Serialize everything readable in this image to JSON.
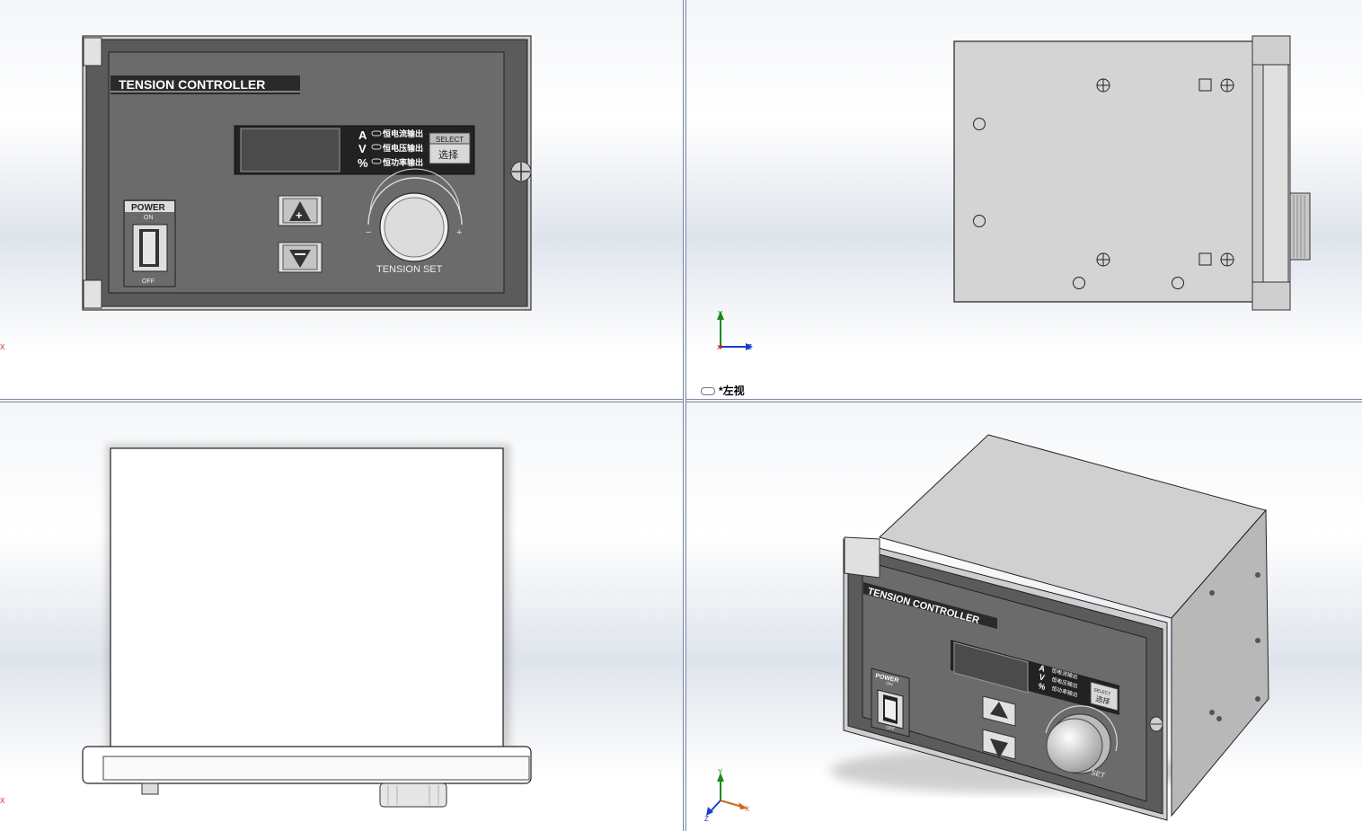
{
  "front_view": {
    "header": "TENSION CONTROLLER",
    "units": [
      "A",
      "V",
      "%"
    ],
    "modes": [
      "恒电流输出",
      "恒电压输出",
      "恒功率输出"
    ],
    "select_label": "SELECT",
    "select_cn": "选择",
    "power_label": "POWER",
    "power_on": "ON",
    "power_off": "OFF",
    "up_symbol": "+",
    "minus_mark": "−",
    "plus_mark": "+",
    "knob_label": "TENSION SET",
    "axis_marker": "X"
  },
  "left_view": {
    "label": "*左视",
    "axis_y": "Y",
    "axis_z": "Z",
    "axis_x": "X"
  },
  "top_view": {
    "axis_marker": "X"
  },
  "iso_view": {
    "header": "TENSION CONTROLLER",
    "units": [
      "A",
      "V",
      "%"
    ],
    "modes": [
      "恒电流输出",
      "恒电压输出",
      "恒功率输出"
    ],
    "select_label": "SELECT",
    "select_cn": "选择",
    "power_label": "POWER",
    "power_on": "ON",
    "power_off": "OFF",
    "knob_label": "SET",
    "axis_y": "Y",
    "axis_x": "X",
    "axis_z": "Z"
  },
  "colors": {
    "panel": "#5a5a5a",
    "bezel": "#c9c9c9",
    "axis_y": "#1a8a1a",
    "axis_z": "#1a3fcc",
    "axis_x": "#cc2222"
  }
}
